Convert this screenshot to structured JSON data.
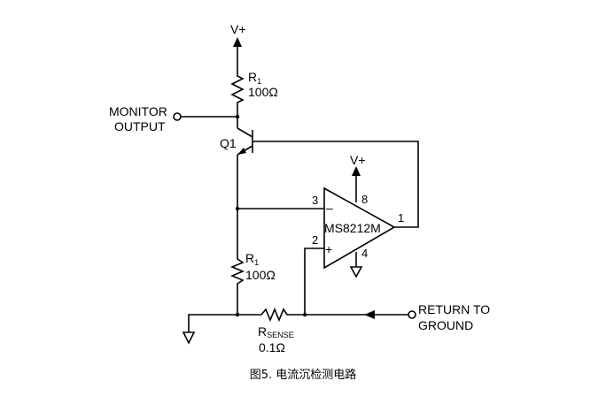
{
  "labels": {
    "vplus_top": "V+",
    "r1_top_main": "R",
    "r1_top_sub": "1",
    "r1_top_value": "100Ω",
    "monitor_line1": "MONITOR",
    "monitor_line2": "OUTPUT",
    "q1": "Q1",
    "vplus_opamp": "V+",
    "pin8": "8",
    "pin3": "3",
    "pin2": "2",
    "pin1": "1",
    "pin4": "4",
    "opamp_name": "MS8212M",
    "opamp_minus": "–",
    "opamp_plus": "+",
    "r1_bottom_main": "R",
    "r1_bottom_sub": "1",
    "r1_bottom_value": "100Ω",
    "rsense_main": "R",
    "rsense_sub": "SENSE",
    "rsense_value": "0.1Ω",
    "return_line1": "RETURN TO",
    "return_line2": "GROUND"
  },
  "caption": "图5. 电流沉检测电路"
}
